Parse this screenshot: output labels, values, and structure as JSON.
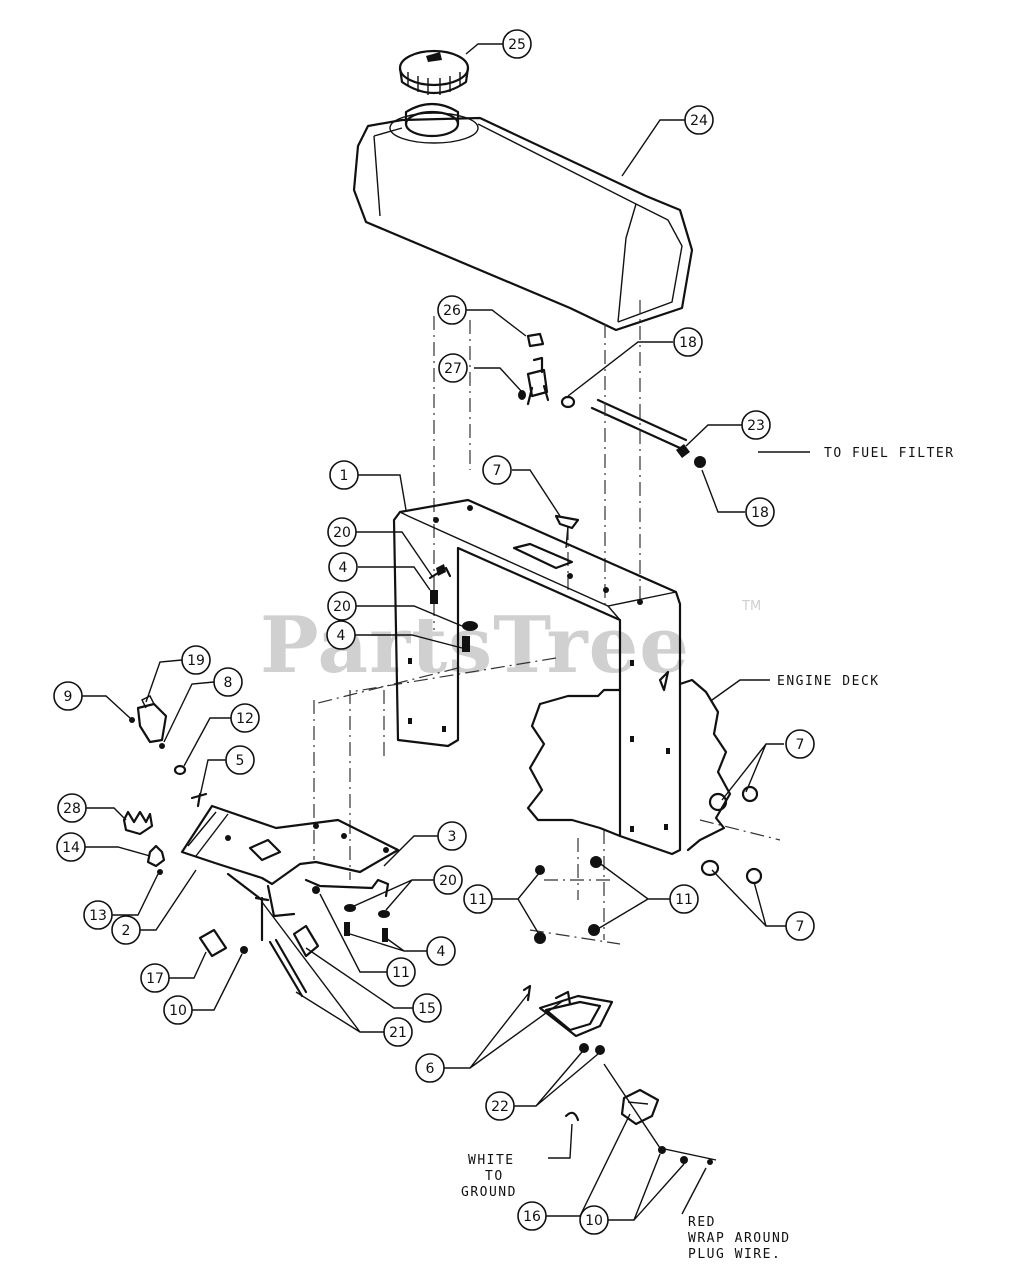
{
  "watermark": {
    "text": "PartsTree",
    "trademark": "TM"
  },
  "notes": {
    "fuel_filter": "TO FUEL FILTER",
    "engine_deck": "ENGINE DECK",
    "white_1": "WHITE",
    "white_2": "TO",
    "white_3": "GROUND",
    "red_1": "RED",
    "red_2": "WRAP AROUND",
    "red_3": "PLUG WIRE."
  },
  "callouts": [
    {
      "id": "c25",
      "label": "25"
    },
    {
      "id": "c24",
      "label": "24"
    },
    {
      "id": "c26",
      "label": "26"
    },
    {
      "id": "c18a",
      "label": "18"
    },
    {
      "id": "c27",
      "label": "27"
    },
    {
      "id": "c23",
      "label": "23"
    },
    {
      "id": "c18b",
      "label": "18"
    },
    {
      "id": "c1",
      "label": "1"
    },
    {
      "id": "c7a",
      "label": "7"
    },
    {
      "id": "c20a",
      "label": "20"
    },
    {
      "id": "c4a",
      "label": "4"
    },
    {
      "id": "c20b",
      "label": "20"
    },
    {
      "id": "c4b",
      "label": "4"
    },
    {
      "id": "c19",
      "label": "19"
    },
    {
      "id": "c9",
      "label": "9"
    },
    {
      "id": "c8",
      "label": "8"
    },
    {
      "id": "c12",
      "label": "12"
    },
    {
      "id": "c5",
      "label": "5"
    },
    {
      "id": "c7b",
      "label": "7"
    },
    {
      "id": "c28",
      "label": "28"
    },
    {
      "id": "c14",
      "label": "14"
    },
    {
      "id": "c3",
      "label": "3"
    },
    {
      "id": "c20c",
      "label": "20"
    },
    {
      "id": "c13",
      "label": "13"
    },
    {
      "id": "c11a",
      "label": "11"
    },
    {
      "id": "c11b",
      "label": "11"
    },
    {
      "id": "c7c",
      "label": "7"
    },
    {
      "id": "c2",
      "label": "2"
    },
    {
      "id": "c4c",
      "label": "4"
    },
    {
      "id": "c17",
      "label": "17"
    },
    {
      "id": "c11c",
      "label": "11"
    },
    {
      "id": "c15",
      "label": "15"
    },
    {
      "id": "c10a",
      "label": "10"
    },
    {
      "id": "c21",
      "label": "21"
    },
    {
      "id": "c6",
      "label": "6"
    },
    {
      "id": "c22",
      "label": "22"
    },
    {
      "id": "c16",
      "label": "16"
    },
    {
      "id": "c10b",
      "label": "10"
    }
  ]
}
